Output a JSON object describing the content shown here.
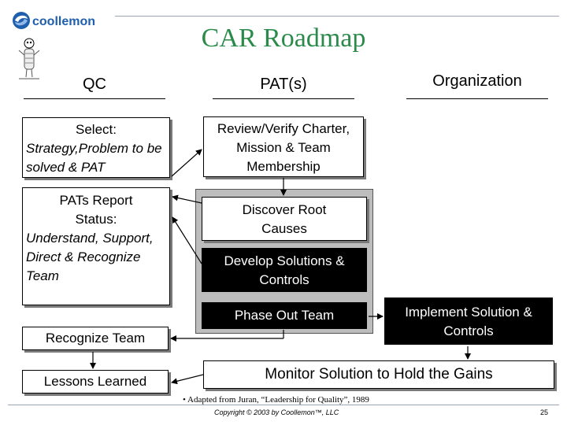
{
  "logo": {
    "brand_text": "coollemon"
  },
  "title": "CAR Roadmap",
  "columns": {
    "qc": "QC",
    "pat": "PAT(s)",
    "organization": "Organization"
  },
  "qc": {
    "select_heading": "Select:",
    "select_body": "Strategy,Problem to be solved & PAT",
    "report_heading": "PATs Report Status:",
    "report_body": "Understand, Support, Direct & Recognize Team",
    "recognize": "Recognize Team",
    "lessons": "Lessons Learned"
  },
  "pat": {
    "review": "Review/Verify Charter, Mission & Team Membership",
    "discover": "Discover Root Causes",
    "develop": "Develop Solutions & Controls",
    "phase_out": "Phase Out Team"
  },
  "org": {
    "implement": "Implement Solution & Controls"
  },
  "monitor": "Monitor Solution to Hold the Gains",
  "footnote": "• Adapted from Juran, “Leadership for Quality”, 1989",
  "copyright": "Copyright © 2003 by Coollemon™, LLC",
  "page_number": "25",
  "colors": {
    "title": "#2a8a4a",
    "logo_blue": "#1f5fae",
    "divider": "#9aa6b8",
    "panel_gray": "#bdbdbd"
  }
}
